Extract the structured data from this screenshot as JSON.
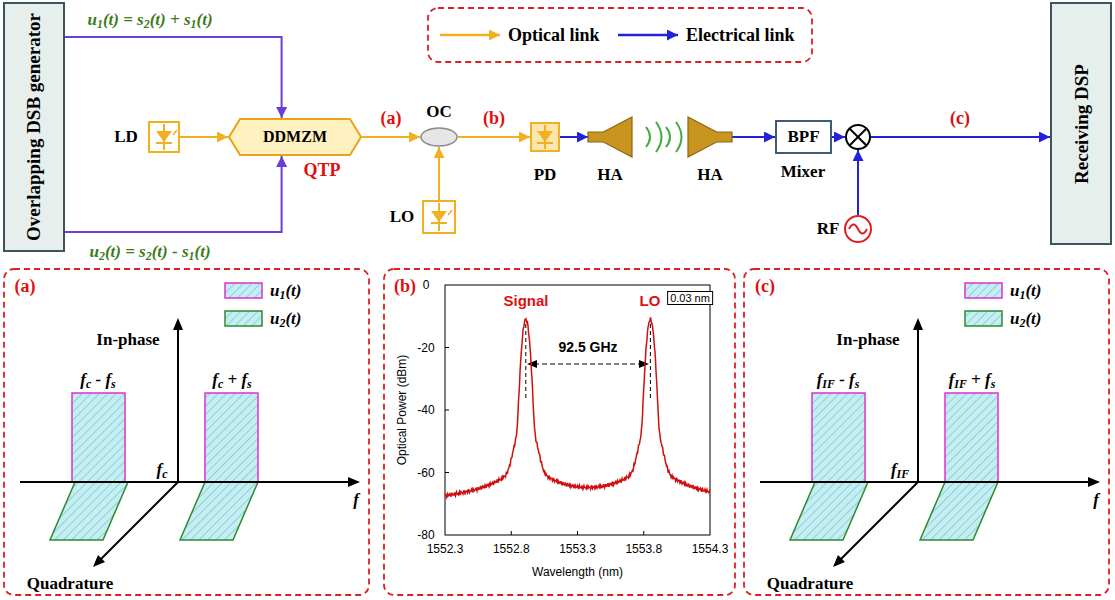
{
  "diagram": {
    "nodes": [
      {
        "text": [
          "Overlapping DSB generator"
        ]
      },
      {
        "text": [
          "LD"
        ]
      },
      {
        "text": [
          "DDMZM"
        ]
      },
      {
        "text": [
          "OC"
        ]
      },
      {
        "text": [
          "LO"
        ]
      },
      {
        "text": [
          "PD"
        ]
      },
      {
        "text": [
          "HA"
        ]
      },
      {
        "text": [
          "HA"
        ]
      },
      {
        "text": [
          "BPF"
        ]
      },
      {
        "text": [
          "Mixer"
        ]
      },
      {
        "text": [
          "RF"
        ]
      },
      {
        "text": [
          "Receiving DSP"
        ]
      },
      {
        "text": [
          "(a)"
        ]
      },
      {
        "text": [
          "(b)"
        ]
      },
      {
        "text": [
          "(c)"
        ]
      }
    ],
    "edges": [
      {
        "from": 0,
        "to": 2,
        "arrow": "to",
        "label": "u1(t) = s2(t) + s1(t)"
      },
      {
        "from": 0,
        "to": 2,
        "arrow": "to",
        "label": "u2(t) = s2(t) - s1(t)"
      },
      {
        "from": 1,
        "to": 2,
        "arrow": "to"
      },
      {
        "from": 2,
        "to": 3,
        "arrow": "to",
        "label": "(a)"
      },
      {
        "from": 4,
        "to": 3,
        "arrow": "to"
      },
      {
        "from": 3,
        "to": 5,
        "arrow": "to",
        "label": "(b)"
      },
      {
        "from": 5,
        "to": 6,
        "arrow": "to"
      },
      {
        "from": 7,
        "to": 8,
        "arrow": "to"
      },
      {
        "from": 8,
        "to": 9,
        "arrow": "to"
      },
      {
        "from": 10,
        "to": 9,
        "arrow": "to"
      },
      {
        "from": 9,
        "to": 11,
        "arrow": "to",
        "label": "(c)"
      }
    ],
    "labels": [
      "QTP",
      "In-phase",
      "fc - fs",
      "fc + fs",
      "fc",
      "f",
      "Quadrature",
      "0",
      "-20",
      "-40",
      "-60",
      "-80",
      "1552.3",
      "1552.8",
      "1553.3",
      "1553.8",
      "1554.3",
      "Optical Power (dBm)",
      "Wavelength (nm)",
      "Signal",
      "LO",
      "92.5 GHz",
      "0.03 nm",
      "In-phase",
      "fIF - fs",
      "fIF + fs",
      "fIF",
      "f",
      "Quadrature"
    ],
    "legend": [
      {
        "text": "Optical link"
      },
      {
        "text": "Electrical link"
      },
      {
        "text": "u1(t)"
      },
      {
        "text": "u2(t)"
      },
      {
        "text": "u1(t)"
      },
      {
        "text": "u2(t)"
      }
    ]
  }
}
